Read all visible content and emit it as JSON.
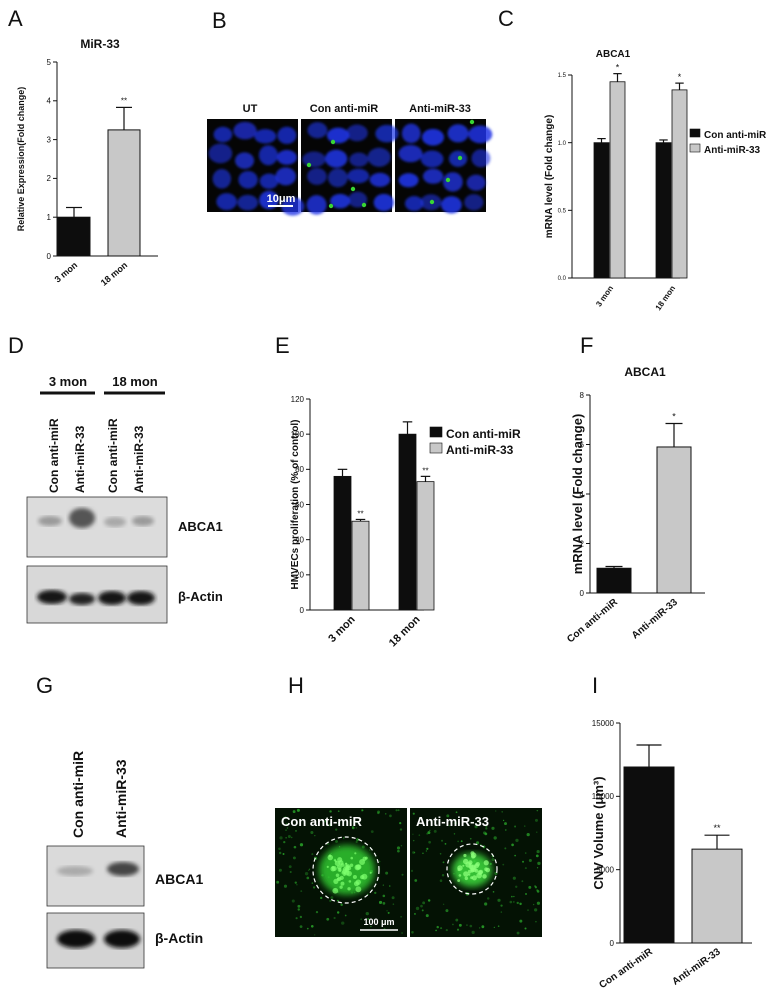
{
  "colors": {
    "dark_bar": "#0d0d0d",
    "light_bar": "#c8c8c8",
    "green": "#39d534",
    "blue": "#1f35e6"
  },
  "panel_letters": [
    "A",
    "B",
    "C",
    "D",
    "E",
    "F",
    "G",
    "H",
    "I"
  ],
  "chart_data": [
    {
      "id": "A",
      "type": "bar",
      "title": "MiR-33",
      "ylabel": "Relative Expression(Fold change)",
      "xlabel": "",
      "ylim": [
        0,
        5
      ],
      "yticks": [
        0,
        1,
        2,
        3,
        4,
        5
      ],
      "categories": [
        "3 mon",
        "18 mon"
      ],
      "values": [
        1.0,
        3.25
      ],
      "errors": [
        0.25,
        0.58
      ],
      "significance": [
        "",
        "**"
      ],
      "bar_colors": [
        "dark",
        "light"
      ]
    },
    {
      "id": "C",
      "type": "bar",
      "title": "ABCA1",
      "ylabel": "mRNA level (Fold change)",
      "xlabel": "",
      "ylim": [
        0,
        1.5
      ],
      "yticks": [
        0.0,
        0.5,
        1.0,
        1.5
      ],
      "categories": [
        "3 mon",
        "18 mon"
      ],
      "series": [
        {
          "name": "Con anti-miR",
          "values": [
            1.0,
            1.0
          ],
          "errors": [
            0.03,
            0.02
          ],
          "significance": [
            "",
            ""
          ]
        },
        {
          "name": "Anti-miR-33",
          "values": [
            1.45,
            1.39
          ],
          "errors": [
            0.06,
            0.05
          ],
          "significance": [
            "*",
            "*"
          ]
        }
      ],
      "legend": "right"
    },
    {
      "id": "E",
      "type": "bar",
      "title": "",
      "ylabel": "HMVECs proliferation (% of control)",
      "xlabel": "",
      "ylim": [
        0,
        120
      ],
      "yticks": [
        0,
        20,
        40,
        60,
        80,
        100,
        120
      ],
      "categories": [
        "3 mon",
        "18 mon"
      ],
      "series": [
        {
          "name": "Con anti-miR",
          "values": [
            76,
            100
          ],
          "errors": [
            4,
            7
          ],
          "significance": [
            "",
            ""
          ]
        },
        {
          "name": "Anti-miR-33",
          "values": [
            50.5,
            73
          ],
          "errors": [
            1,
            3
          ],
          "significance": [
            "**",
            "**"
          ]
        }
      ],
      "legend": "right"
    },
    {
      "id": "F",
      "type": "bar",
      "title": "ABCA1",
      "ylabel": "mRNA level (Fold change)",
      "xlabel": "",
      "ylim": [
        0,
        8
      ],
      "yticks": [
        0,
        2,
        4,
        6,
        8
      ],
      "categories": [
        "Con anti-miR",
        "Anti-miR-33"
      ],
      "values": [
        1.0,
        5.9
      ],
      "errors": [
        0.07,
        0.95
      ],
      "significance": [
        "",
        "*"
      ],
      "bar_colors": [
        "dark",
        "light"
      ]
    },
    {
      "id": "I",
      "type": "bar",
      "title": "",
      "ylabel": "CNV Volume (μm³)",
      "xlabel": "",
      "ylim": [
        0,
        15000
      ],
      "yticks": [
        0,
        5000,
        10000,
        15000
      ],
      "categories": [
        "Con anti-miR",
        "Anti-miR-33"
      ],
      "values": [
        12000,
        6400
      ],
      "errors": [
        1500,
        950
      ],
      "significance": [
        "",
        "**"
      ],
      "bar_colors": [
        "dark",
        "light"
      ]
    }
  ],
  "panel_b": {
    "labels": [
      "UT",
      "Con anti-miR",
      "Anti-miR-33"
    ],
    "scale_bar": "10μm"
  },
  "panel_d": {
    "groups": [
      "3 mon",
      "18 mon"
    ],
    "lanes": [
      "Con anti-miR",
      "Anti-miR-33",
      "Con anti-miR",
      "Anti-miR-33"
    ],
    "bands": [
      "ABCA1",
      "β-Actin"
    ]
  },
  "panel_g": {
    "lanes": [
      "Con anti-miR",
      "Anti-miR-33"
    ],
    "bands": [
      "ABCA1",
      "β-Actin"
    ]
  },
  "panel_h": {
    "labels": [
      "Con anti-miR",
      "Anti-miR-33"
    ],
    "scale_bar": "100 μm"
  }
}
